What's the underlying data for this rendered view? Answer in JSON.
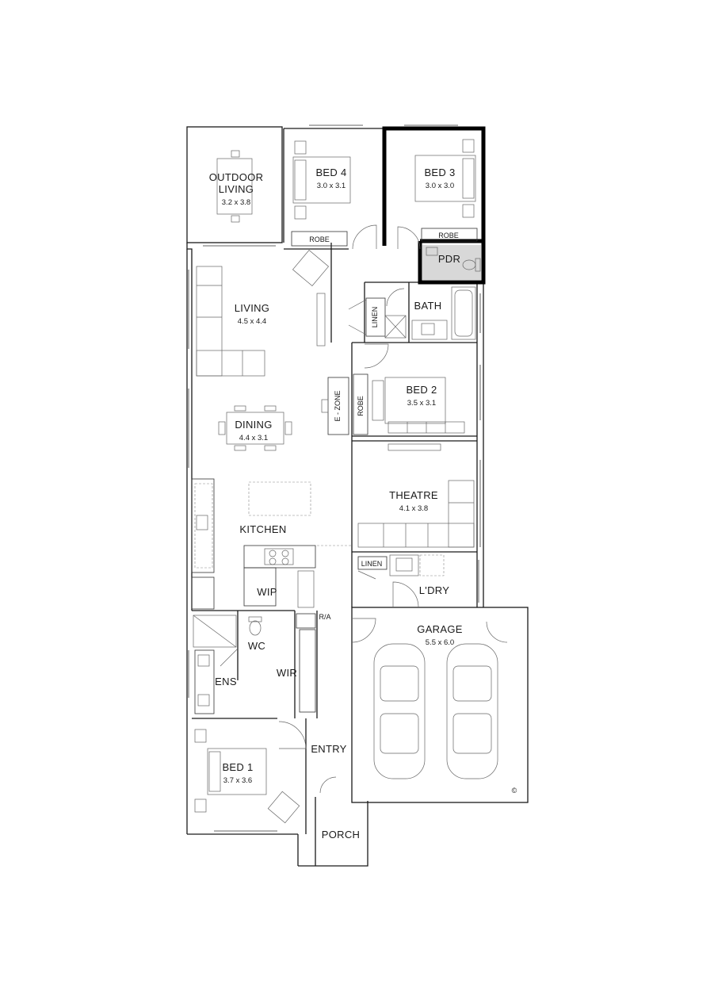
{
  "rooms": {
    "outdoor_living": {
      "name_line1": "OUTDOOR",
      "name_line2": "LIVING",
      "size": "3.2 x 3.8"
    },
    "bed4": {
      "name": "BED 4",
      "size": "3.0 x 3.1"
    },
    "bed3": {
      "name": "BED 3",
      "size": "3.0 x 3.0"
    },
    "living": {
      "name": "LIVING",
      "size": "4.5 x 4.4"
    },
    "dining": {
      "name": "DINING",
      "size": "4.4 x 3.1"
    },
    "bed2": {
      "name": "BED 2",
      "size": "3.5 x 3.1"
    },
    "theatre": {
      "name": "THEATRE",
      "size": "4.1 x 3.8"
    },
    "garage": {
      "name": "GARAGE",
      "size": "5.5 x 6.0"
    },
    "bed1": {
      "name": "BED 1",
      "size": "3.7 x 3.6"
    },
    "kitchen": {
      "name": "KITCHEN"
    },
    "wip": {
      "name": "WIP"
    },
    "wc": {
      "name": "WC"
    },
    "ens": {
      "name": "ENS"
    },
    "wir": {
      "name": "WIR"
    },
    "entry": {
      "name": "ENTRY"
    },
    "porch": {
      "name": "PORCH"
    },
    "laundry": {
      "name": "L'DRY"
    },
    "bath": {
      "name": "BATH"
    },
    "pdr": {
      "name": "PDR"
    }
  },
  "fixtures": {
    "robe_bed4": "ROBE",
    "robe_bed3": "ROBE",
    "robe_bed2": "ROBE",
    "linen_hall": "LINEN",
    "linen_laundry": "LINEN",
    "e_zone": "E - ZONE",
    "ra": "R/A"
  },
  "copyright_mark": "©"
}
